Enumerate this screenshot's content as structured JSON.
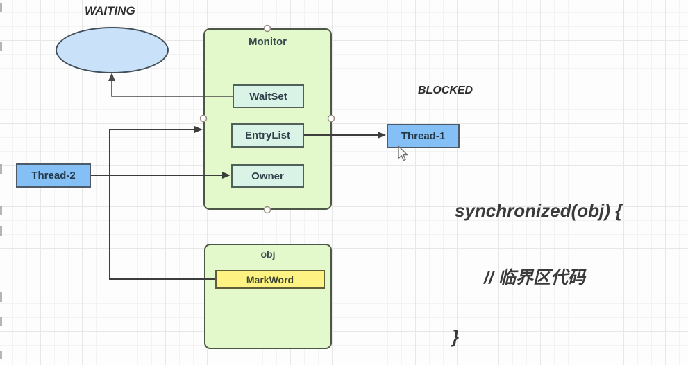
{
  "diagram": {
    "waiting_label": "WAITING",
    "blocked_label": "BLOCKED",
    "monitor": {
      "title": "Monitor",
      "waitset_label": "WaitSet",
      "entrylist_label": "EntryList",
      "owner_label": "Owner"
    },
    "object": {
      "title": "obj",
      "markword_label": "MarkWord"
    },
    "thread1_label": "Thread-1",
    "thread2_label": "Thread-2",
    "code": {
      "open_line": "synchronized(obj) {",
      "body_line": "// 临界区代码",
      "close_line": "}"
    }
  },
  "colors": {
    "container_fill": "#e3f8cb",
    "container_border": "#4c5747",
    "field_fill": "#d9f4e7",
    "field_border": "#52605b",
    "thread_fill": "#84c0f5",
    "thread_border": "#4e5a68",
    "markword_fill": "#fdf282",
    "ellipse_fill": "#c9e2f9",
    "edge_stroke": "#3d3d3d",
    "annotation_text": "#2e2e2e"
  }
}
